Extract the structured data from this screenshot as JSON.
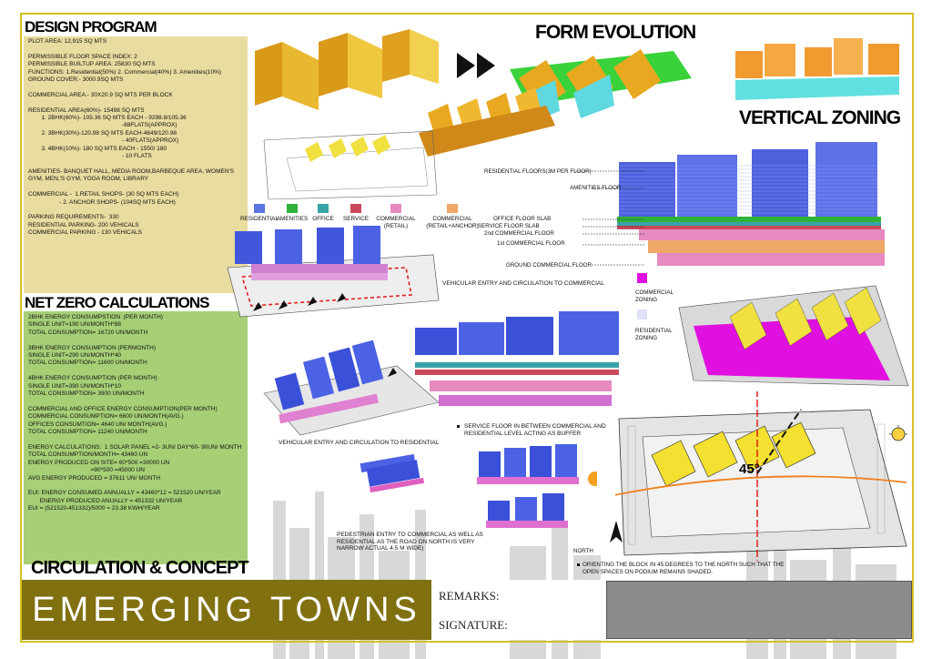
{
  "headings": {
    "design_program": "DESIGN PROGRAM",
    "form_evolution": "FORM EVOLUTION",
    "vertical_zoning": "VERTICAL ZONING",
    "net_zero": "NET ZERO CALCULATIONS",
    "circulation": "CIRCULATION & CONCEPT"
  },
  "design_program_lines": [
    "PLOT AREA: 12,915 SQ MTS",
    "",
    "PERMISSIBLE FLOOR SPACE INDEX: 2",
    "PERMISSIBLE BUILTUP AREA: 25830 SQ MTS",
    "FUNCTIONS: 1.Residential(50%) 2. Commercial(40%) 3. Amenities(10%)",
    "GROUND COVER:- 3000.9SQ MTS",
    "",
    "COMMERCIAL AREA:- 30X20.9 SQ MTS PER BLOCK",
    "",
    "RESIDENTIAL AREA(60%)- 15498 SQ MTS",
    "        1. 2BHK(60%)- 105.36 SQ MTS EACH - 9298.8/105.36",
    "                                                         -88FLATS(APPROX)",
    "        2. 3BHK(30%)-120.98 SQ MTS EACH-4649/120.98",
    "                                                         - 40FLATS(APPROX)",
    "        3. 4BHK(10%)- 180 SQ MTS EACH - 1550/ 180",
    "                                                         - 10 FLATS",
    "",
    "AMENITIES- BANQUET HALL, MEDIA ROOM,BARBEQUE AREA, WOMEN'S",
    "GYM, MEN,'S GYM, YOGA ROOM, LIBRARY",
    "",
    "COMMERCIAL -  1.RETAIL SHOPS- (30 SQ MTS EACH)",
    "                   - 2. ANCHOR SHOPS- (104SQ MTS EACH)",
    "",
    "PARKING REQUIREMENTS-  330",
    "RESIDENTIAL PARKING- 200 VEHICALS",
    "COMMERCIAL PARKING - 130 VEHICALS"
  ],
  "net_zero_lines": [
    "2BHK ENERGY CONSUMPSTION  (PER MONTH)",
    "SINGLE UNIT=190 UN/MONTH*88",
    "TOTAL CONSUMPTION= 16720 UN/MONTH",
    "",
    "3BHK ENERGY CONSUMPTION (PERMONTH)",
    "SINGLE UNIT=290 UN/MONTH*40",
    "TOTAL CONSUMPTION= 11600 UN/MONTH",
    "",
    "4BHK ENERGY CONSUMPTION (PER MONTH)",
    "SINGLE UNIT=390 UN/MONTH*10",
    "TOTAL CONSUMPTION= 3900 UN/MONTH",
    "",
    "COMMERCIAL AND OFFICE ENERGY CONSUMPTION(PER MONTH)",
    "COMMERCIAL CONSUMPTION= 6600 UN/MONTH(AVG.)",
    "OFFICES CONSUMTION= 4640 UN/ MONTH(AVG.)",
    "TOTAL CONSUMPTION= 11240 UN/MONTH",
    "",
    "ENERGY CALCULATIONS:  1 SOLAR PANEL =2- 3UN/ DAY*60- 90UN/ MONTH",
    "TOTAL CONSUMPTION/MONTH= 43460 UN",
    "ENERGY PRODUCED ON SITE= 60*500 =30000 UN",
    "                                      =90*500 =45000 UN",
    "AVG ENERGY PRODUCED = 37611 UN/ MONTH",
    "",
    "EUI: ENERGY CONSUMED ANNUALLY = 43460*12 = 521520 UN/YEAR",
    "       ENERGY PRODUCED ANUALLY = 451332 UN/YEAR",
    "EUI = (521520-451332)/5000 = 23.38 KWH/YEAR"
  ],
  "legend": [
    {
      "label": "RESIDENTIAL",
      "color": "#5b74e0"
    },
    {
      "label": "AMENITIES",
      "color": "#2fb23a"
    },
    {
      "label": "OFFICE",
      "color": "#3aa3a8"
    },
    {
      "label": "SERVICE",
      "color": "#c8485a"
    },
    {
      "label": "COMMERCIAL\n(RETAIL)",
      "color": "#e68ac0"
    },
    {
      "label": "COMMERCIAL\n(RETAIL+ANCHOR)",
      "color": "#f0a868"
    }
  ],
  "zoning_labels": {
    "residential_floors": "RESIDENTIAL FLOORS(3M PER FLOOR)",
    "amenities_floor": "AMENITIES FLOOR",
    "office_slab": "OFFICE FLOOR SLAB",
    "service_slab": "SERVICE FLOOR SLAB",
    "second_commercial": "2nd COMMERCIAL FLOOR",
    "first_commercial": "1st COMMERCIAL FLOOR",
    "ground_commercial": "GROUND COMMERCIAL FLOOR"
  },
  "zoning_legend": {
    "commercial": "COMMERCIAL\nZONING",
    "residential": "RESIDENTIAL\nZONING",
    "commercial_color": "#e010e0",
    "residential_color": "#dfe2f6"
  },
  "captions": {
    "vehicular_commercial": "VEHICULAR ENTRY AND CIRCULATION TO COMMERCIAL",
    "vehicular_residential": "VEHICULAR ENTRY AND CIRCULATION TO RESIDENTIAL",
    "service_floor": "SERVICE FLOOR IN BETWEEN COMMERCIAL AND\nRESIDENTIAL LEVEL ACTING AS BUFFER",
    "pedestrian": "PEDESTRIAN ENTRY TO COMMERCIAL AS WELL AS\nRESIDENTIAL AS THE ROAD ON NORTH IS VERY\nNARROW ACTUAL 4.5 M WIDE)",
    "north": "NORTH",
    "orientation": "ORIENTING THE BLOCK IN 45 DEGREES TO THE NORTH SUCH THAT THE\nOPEN SPACES ON PODIUM REMAINS SHADED.",
    "angle": "45°"
  },
  "title": "EMERGING TOWNS",
  "remarks_label": "REMARKS:",
  "signature_label": "SIGNATURE:",
  "colors": {
    "panel_yellow": "#e8dca0",
    "panel_green": "#a6cf76",
    "title_bar": "#807010",
    "frame": "#d8c020"
  }
}
